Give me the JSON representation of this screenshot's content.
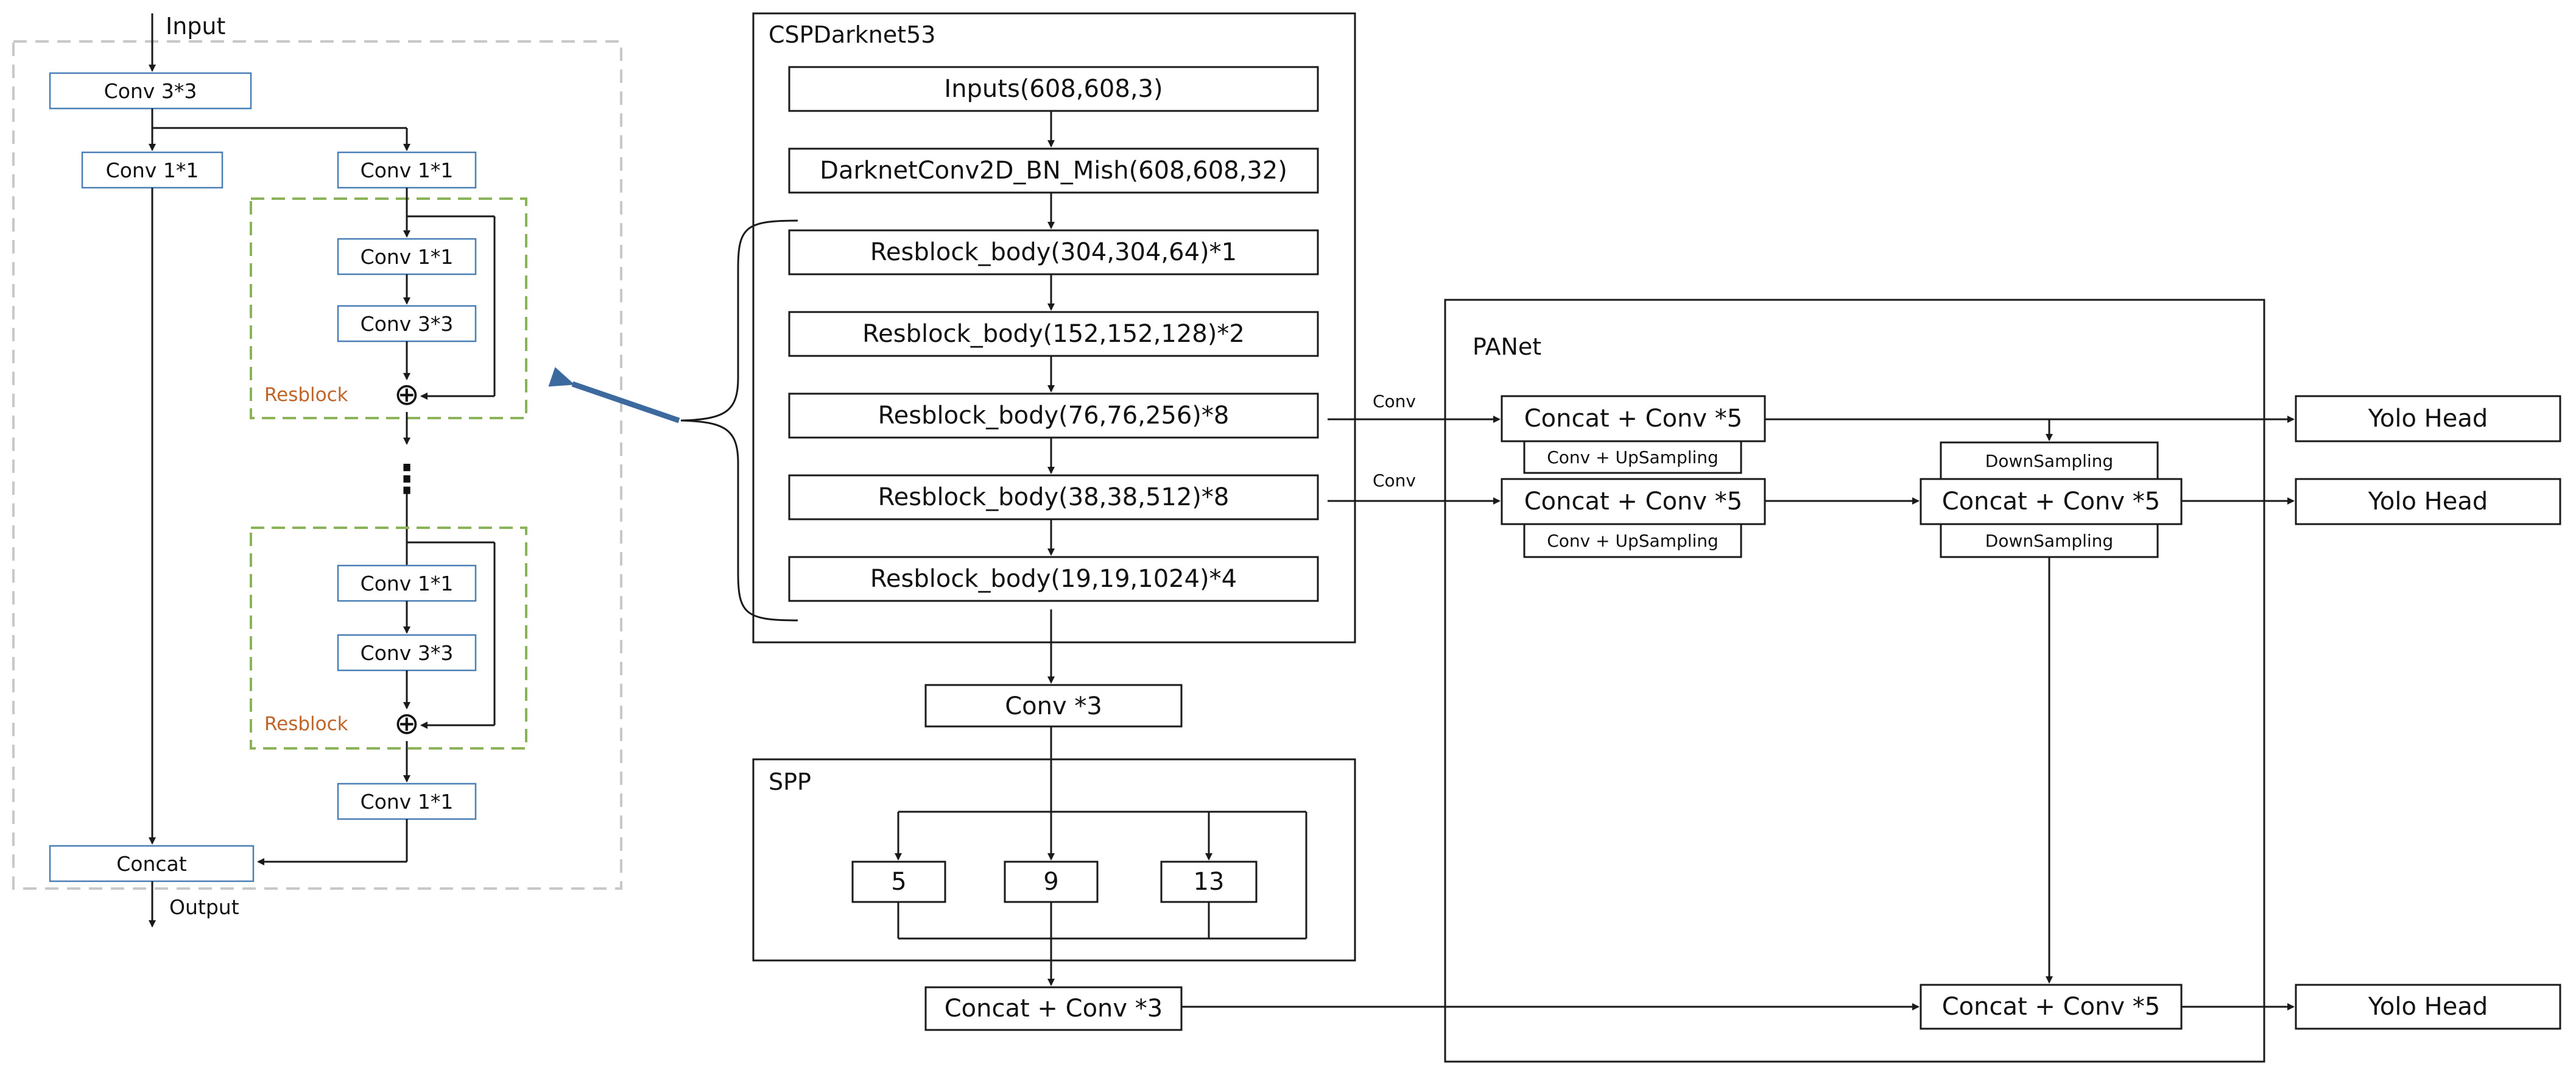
{
  "left": {
    "input_label": "Input",
    "output_label": "Output",
    "conv3x3_top": "Conv 3*3",
    "conv1x1_left": "Conv 1*1",
    "conv1x1_right": "Conv 1*1",
    "resblock_a": {
      "conv1": "Conv 1*1",
      "conv3": "Conv 3*3",
      "plus": "⊕",
      "label": "Resblock"
    },
    "dots": "⋮",
    "resblock_b": {
      "conv1": "Conv 1*1",
      "conv3": "Conv 3*3",
      "plus": "⊕",
      "label": "Resblock"
    },
    "conv1x1_bottom": "Conv 1*1",
    "concat": "Concat"
  },
  "backbone": {
    "title": "CSPDarknet53",
    "blocks": [
      "Inputs(608,608,3)",
      "DarknetConv2D_BN_Mish(608,608,32)",
      "Resblock_body(304,304,64)*1",
      "Resblock_body(152,152,128)*2",
      "Resblock_body(76,76,256)*8",
      "Resblock_body(38,38,512)*8",
      "Resblock_body(19,19,1024)*4"
    ]
  },
  "neck": {
    "conv3": "Conv *3",
    "spp_title": "SPP",
    "pools": [
      "5",
      "9",
      "13"
    ],
    "concat_conv3": "Concat + Conv *3"
  },
  "panet": {
    "title": "PANet",
    "conv_label_1": "Conv",
    "conv_label_2": "Conv",
    "concat1": "Concat + Conv *5",
    "upsample1": "Conv + UpSampling",
    "concat2": "Concat + Conv *5",
    "upsample2": "Conv + UpSampling",
    "downsample_top": "DownSampling",
    "concat3": "Concat + Conv *5",
    "downsample_bottom": "DownSampling",
    "concat4": "Concat + Conv *5"
  },
  "heads": [
    "Yolo Head",
    "Yolo Head",
    "Yolo Head"
  ],
  "colors": {
    "left_box_stroke": "#4a7fb5",
    "resblock_dash": "#8ab35a",
    "resblock_label": "#c0652a",
    "outer_dash": "#c8c8c8",
    "big_arrow": "#3d6a9e"
  }
}
